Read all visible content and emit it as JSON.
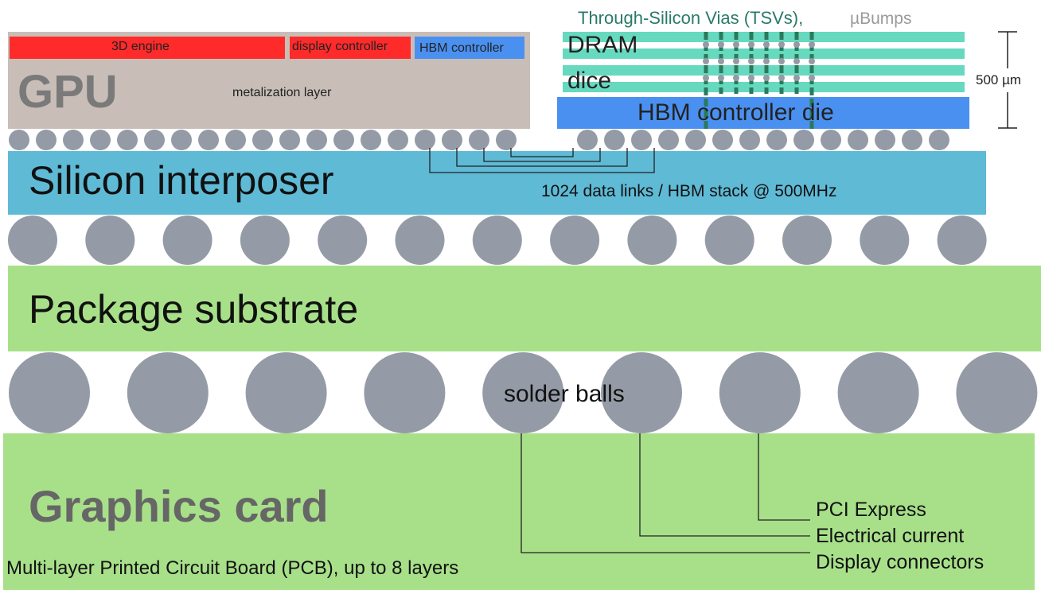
{
  "gpu": {
    "label": "GPU",
    "metal_label": "metalization layer",
    "engine_label": "3D engine",
    "display_label": "display controller",
    "hbm_ctrl_label": "HBM controller"
  },
  "hbm_stack": {
    "tsv_label": "Through-Silicon Vias (TSVs),",
    "ubump_label": "µBumps",
    "dram_label_1": "DRAM",
    "dram_label_2": "dice",
    "ctrl_die_label": "HBM controller die",
    "height_label": "500 µm"
  },
  "interposer": {
    "label": "Silicon interposer",
    "links_label": "1024 data links / HBM stack @ 500MHz"
  },
  "substrate": {
    "label": "Package substrate"
  },
  "solder": {
    "label": "solder balls"
  },
  "card": {
    "label": "Graphics card",
    "pcb_label": "Multi-layer Printed Circuit Board (PCB), up to 8 layers"
  },
  "connections": [
    "PCI Express",
    "Electrical current",
    "Display connectors"
  ],
  "colors": {
    "gpu_die": "#c8beb7",
    "engine": "#ff2a2a",
    "hbm_blue": "#4a90f0",
    "dram": "#66d9bf",
    "tsv": "#2a7a5a",
    "interposer": "#5fbad6",
    "green": "#a8e08a",
    "bump": "#959ba6"
  }
}
